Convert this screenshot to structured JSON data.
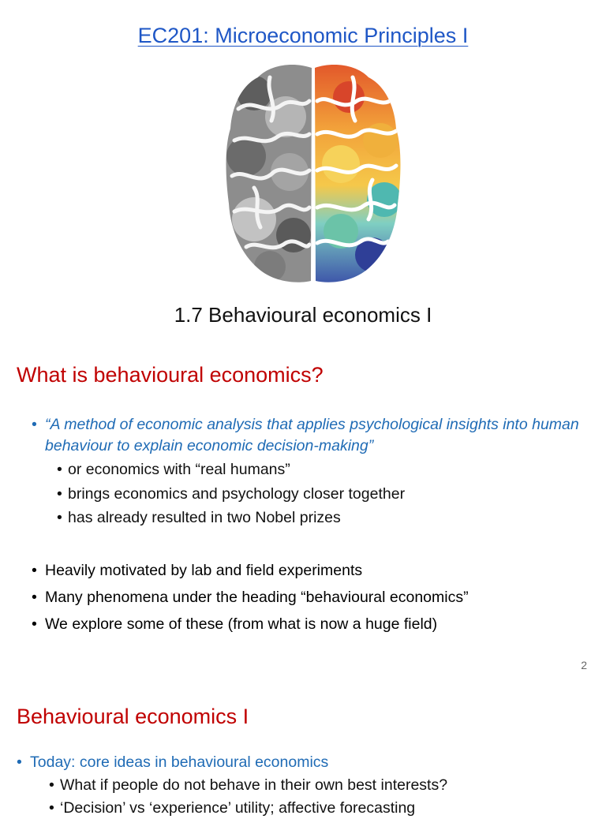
{
  "slide1": {
    "course_title": "EC201: Microeconomic Principles I",
    "brain_image": "brain-half-gray-half-colored",
    "lecture_title": "1.7 Behavioural economics I",
    "heading": "What is behavioural economics?",
    "definition": "“A method of economic analysis that applies psychological insights into human behaviour to explain economic decision-making”",
    "sub_bullets": [
      "or economics with “real humans”",
      "brings economics and psychology closer together",
      "has already resulted in two Nobel prizes"
    ],
    "bullets": [
      "Heavily motivated by lab and field experiments",
      "Many phenomena under the heading “behavioural economics”",
      "We explore some of these (from what is now a huge field)"
    ],
    "page_number": "2"
  },
  "slide2": {
    "heading": "Behavioural economics I",
    "bullet": "Today: core ideas in behavioural economics",
    "sub_bullets": [
      "What if people do not behave in their own best interests?",
      "‘Decision’ vs ‘experience’ utility; affective forecasting"
    ]
  },
  "colors": {
    "link_blue": "#1f57c6",
    "heading_red": "#c00000",
    "bullet_blue": "#1f6bb5"
  }
}
